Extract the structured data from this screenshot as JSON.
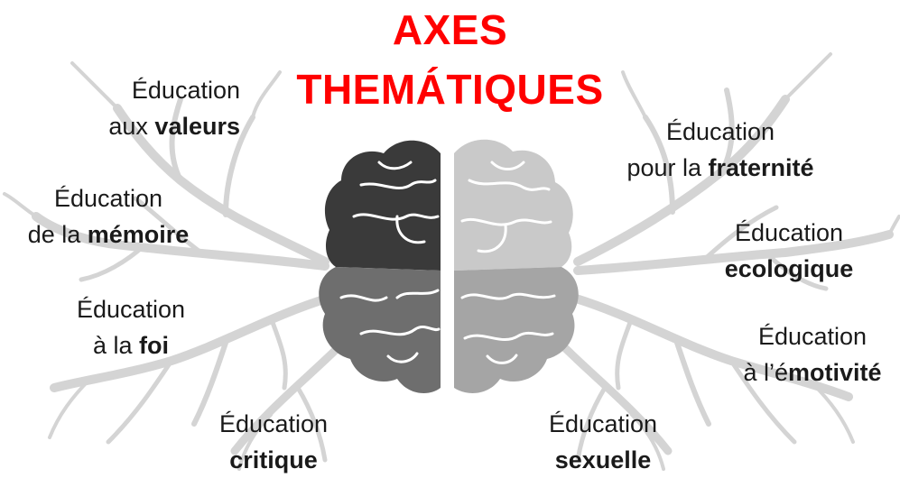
{
  "title": {
    "line1": "AXES",
    "line2": "THEMÁTIQUES",
    "color": "#ff0000"
  },
  "colors": {
    "tree": "#d4d4d4",
    "brain_dark": "#3a3a3a",
    "brain_mid_left": "#6e6e6e",
    "brain_mid_right": "#a5a5a5",
    "brain_light": "#c9c9c9",
    "brain_lines": "#ffffff"
  },
  "labels": {
    "valeurs": {
      "line1": "Éducation",
      "prefix": "aux ",
      "bold": "valeurs",
      "suffix": ""
    },
    "memoire": {
      "line1": "Éducation",
      "prefix": "de la ",
      "bold": "mémoire",
      "suffix": ""
    },
    "foi": {
      "line1": "Éducation",
      "prefix": "à la ",
      "bold": "foi",
      "suffix": ""
    },
    "critique": {
      "line1": "Éducation",
      "prefix": "",
      "bold": "critique",
      "suffix": ""
    },
    "fraternite": {
      "line1": "Éducation",
      "prefix": "pour la ",
      "bold": "fraternité",
      "suffix": ""
    },
    "ecologique": {
      "line1": "Éducation",
      "prefix": "",
      "bold": "ecologique",
      "suffix": ""
    },
    "emotivite": {
      "line1": "Éducation",
      "prefix": "à l’é",
      "bold": "motivité",
      "suffix": ""
    },
    "sexuelle": {
      "line1": "Éducation",
      "prefix": "",
      "bold": "sexuelle",
      "suffix": ""
    }
  }
}
